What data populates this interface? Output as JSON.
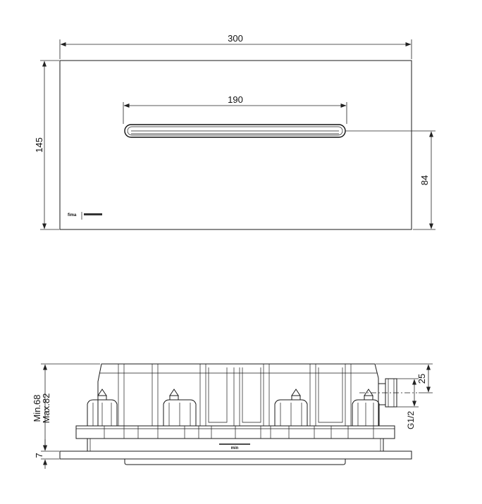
{
  "front_view": {
    "dim_width": "300",
    "dim_slot_width": "190",
    "dim_height": "145",
    "dim_slot_height": "84",
    "logo_text": "fima"
  },
  "side_view": {
    "dim_min_max_line1": "Min.68",
    "dim_min_max_line2": "Max.82",
    "dim_plate": "7",
    "dim_inlet_height": "25",
    "dim_thread": "G1/2",
    "min_mark": "min"
  }
}
